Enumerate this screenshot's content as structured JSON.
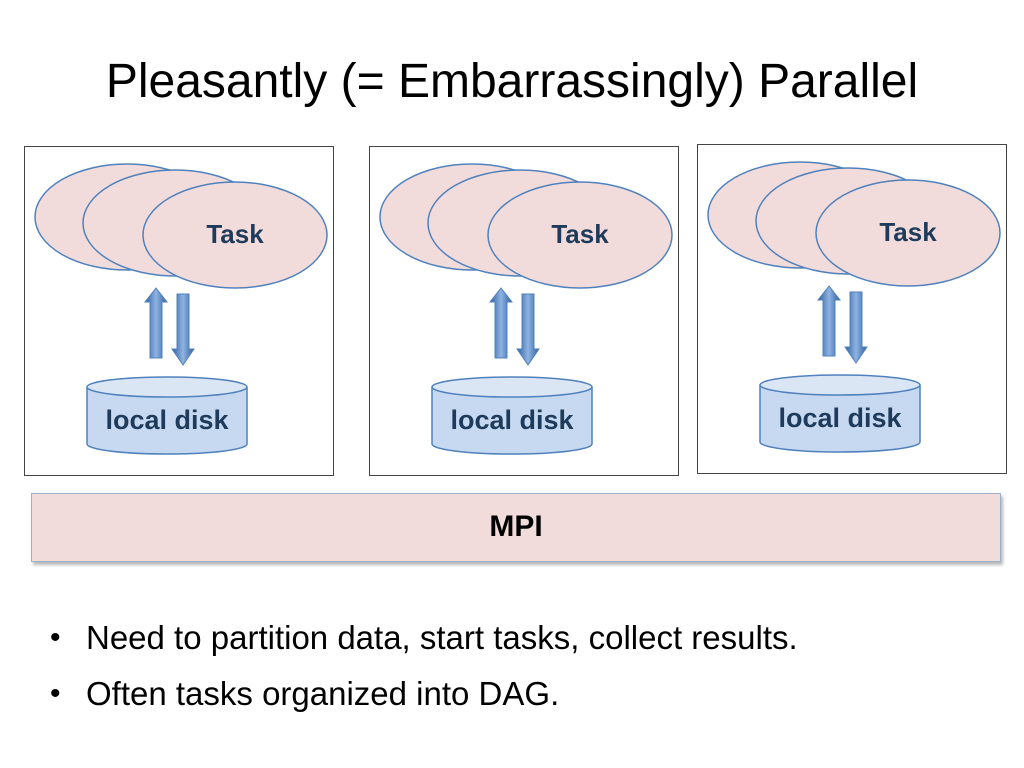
{
  "slide": {
    "title": "Pleasantly (= Embarrassingly) Parallel"
  },
  "nodes": [
    {
      "task_label": "Task",
      "disk_label": "local disk"
    },
    {
      "task_label": "Task",
      "disk_label": "local disk"
    },
    {
      "task_label": "Task",
      "disk_label": "local disk"
    }
  ],
  "mpi": {
    "label": "MPI"
  },
  "bullets": [
    "Need to partition data, start tasks, collect results.",
    "Often tasks organized into DAG."
  ],
  "colors": {
    "task_fill": "#f2dcdb",
    "task_stroke": "#4f81bd",
    "disk_fill": "#c6d9f1",
    "disk_stroke": "#4f81bd",
    "arrow_fill": "#4f81bd",
    "mpi_fill": "#f2dcdb"
  }
}
